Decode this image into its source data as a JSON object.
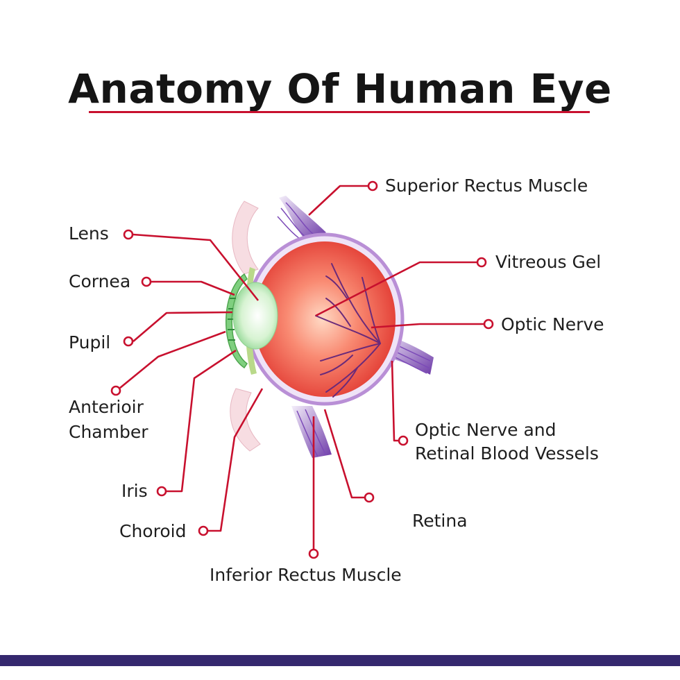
{
  "title": "Anatomy Of Human Eye",
  "colors": {
    "leader_line": "#c8102e",
    "title_underline": "#c8102e",
    "bottom_bar": "#35286e",
    "sclera": "#b98fd6",
    "eyeball": "#ef5b4a",
    "lens": "#a9e3a4",
    "vessels": "#6a2a7a"
  },
  "labels": {
    "lens": "Lens",
    "cornea": "Cornea",
    "pupil": "Pupil",
    "anterior_chamber_line1": "Anterioir",
    "anterior_chamber_line2": "Chamber",
    "iris": "Iris",
    "choroid": "Choroid",
    "superior_rectus": "Superior Rectus Muscle",
    "vitreous_gel": "Vitreous Gel",
    "optic_nerve": "Optic Nerve",
    "optic_nerve_vessels_line1": "Optic Nerve and",
    "optic_nerve_vessels_line2": "Retinal Blood Vessels",
    "retina": "Retina",
    "inferior_rectus": "Inferior Rectus Muscle"
  }
}
